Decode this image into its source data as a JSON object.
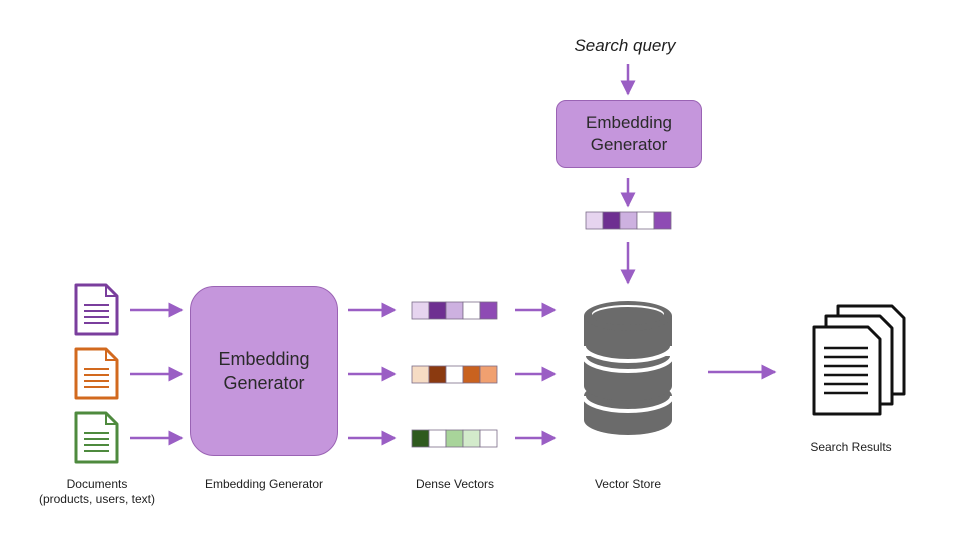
{
  "search_query": "Search query",
  "generator_small": {
    "line1": "Embedding",
    "line2": "Generator"
  },
  "generator_large": {
    "line1": "Embedding",
    "line2": "Generator"
  },
  "labels": {
    "documents_line1": "Documents",
    "documents_line2": "(products, users, text)",
    "embedding_generator": "Embedding Generator",
    "dense_vectors": "Dense Vectors",
    "vector_store": "Vector Store",
    "search_results": "Search Results"
  },
  "colors": {
    "arrow": "#9a5ec4",
    "generator_fill": "#c596dc",
    "generator_border": "#9a63b4",
    "doc_purple": "#7a3e9d",
    "doc_orange": "#d2691e",
    "doc_green": "#4e8a3e",
    "database": "#6b6b6b"
  },
  "vectors": {
    "query": [
      "#e6d4ef",
      "#6e2f91",
      "#cdb1e0",
      "#ffffff",
      "#8e4bb4"
    ],
    "row1": [
      "#e6d4ef",
      "#6e2f91",
      "#cdb1e0",
      "#ffffff",
      "#8e4bb4"
    ],
    "row2": [
      "#f6dcc4",
      "#8b3a10",
      "#ffffff",
      "#c9621f",
      "#f0a070"
    ],
    "row3": [
      "#2f5a1e",
      "#ffffff",
      "#a8d49a",
      "#d3ebcb",
      "#ffffff"
    ]
  },
  "icons": [
    "document-icon",
    "database-icon",
    "stacked-documents-icon"
  ]
}
